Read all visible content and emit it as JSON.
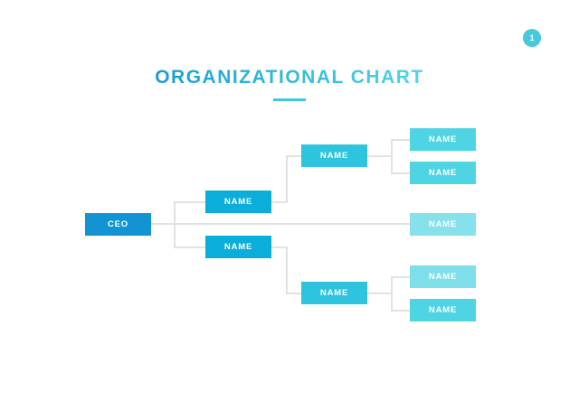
{
  "page": {
    "badge": "1",
    "title": "ORGANIZATIONAL CHART"
  },
  "colors": {
    "badge": "#47C9DD",
    "underline": "#3EC8DE",
    "title_start": "#189DD6",
    "title_end": "#50D5E3",
    "connector": "#E1E2E3",
    "ceo": "#1294D4",
    "level2": "#0BAEDA",
    "level3": "#2EC4DE",
    "l4_medium": "#4ED4E2",
    "l4_light": "#86E1EB",
    "l4_light2": "#7CDFE9"
  },
  "org": {
    "nodes": [
      {
        "id": "ceo",
        "label": "CEO",
        "level": 1,
        "parent": null
      },
      {
        "id": "manager-top",
        "label": "NAME",
        "level": 2,
        "parent": "ceo"
      },
      {
        "id": "manager-bottom",
        "label": "NAME",
        "level": 2,
        "parent": "ceo"
      },
      {
        "id": "lead-top",
        "label": "NAME",
        "level": 3,
        "parent": "manager-top"
      },
      {
        "id": "lead-bottom",
        "label": "NAME",
        "level": 3,
        "parent": "manager-bottom"
      },
      {
        "id": "member-1",
        "label": "NAME",
        "level": 4,
        "parent": "lead-top"
      },
      {
        "id": "member-2",
        "label": "NAME",
        "level": 4,
        "parent": "lead-top"
      },
      {
        "id": "member-3",
        "label": "NAME",
        "level": 2,
        "parent": "ceo"
      },
      {
        "id": "member-4",
        "label": "NAME",
        "level": 4,
        "parent": "lead-bottom"
      },
      {
        "id": "member-5",
        "label": "NAME",
        "level": 4,
        "parent": "lead-bottom"
      }
    ]
  }
}
